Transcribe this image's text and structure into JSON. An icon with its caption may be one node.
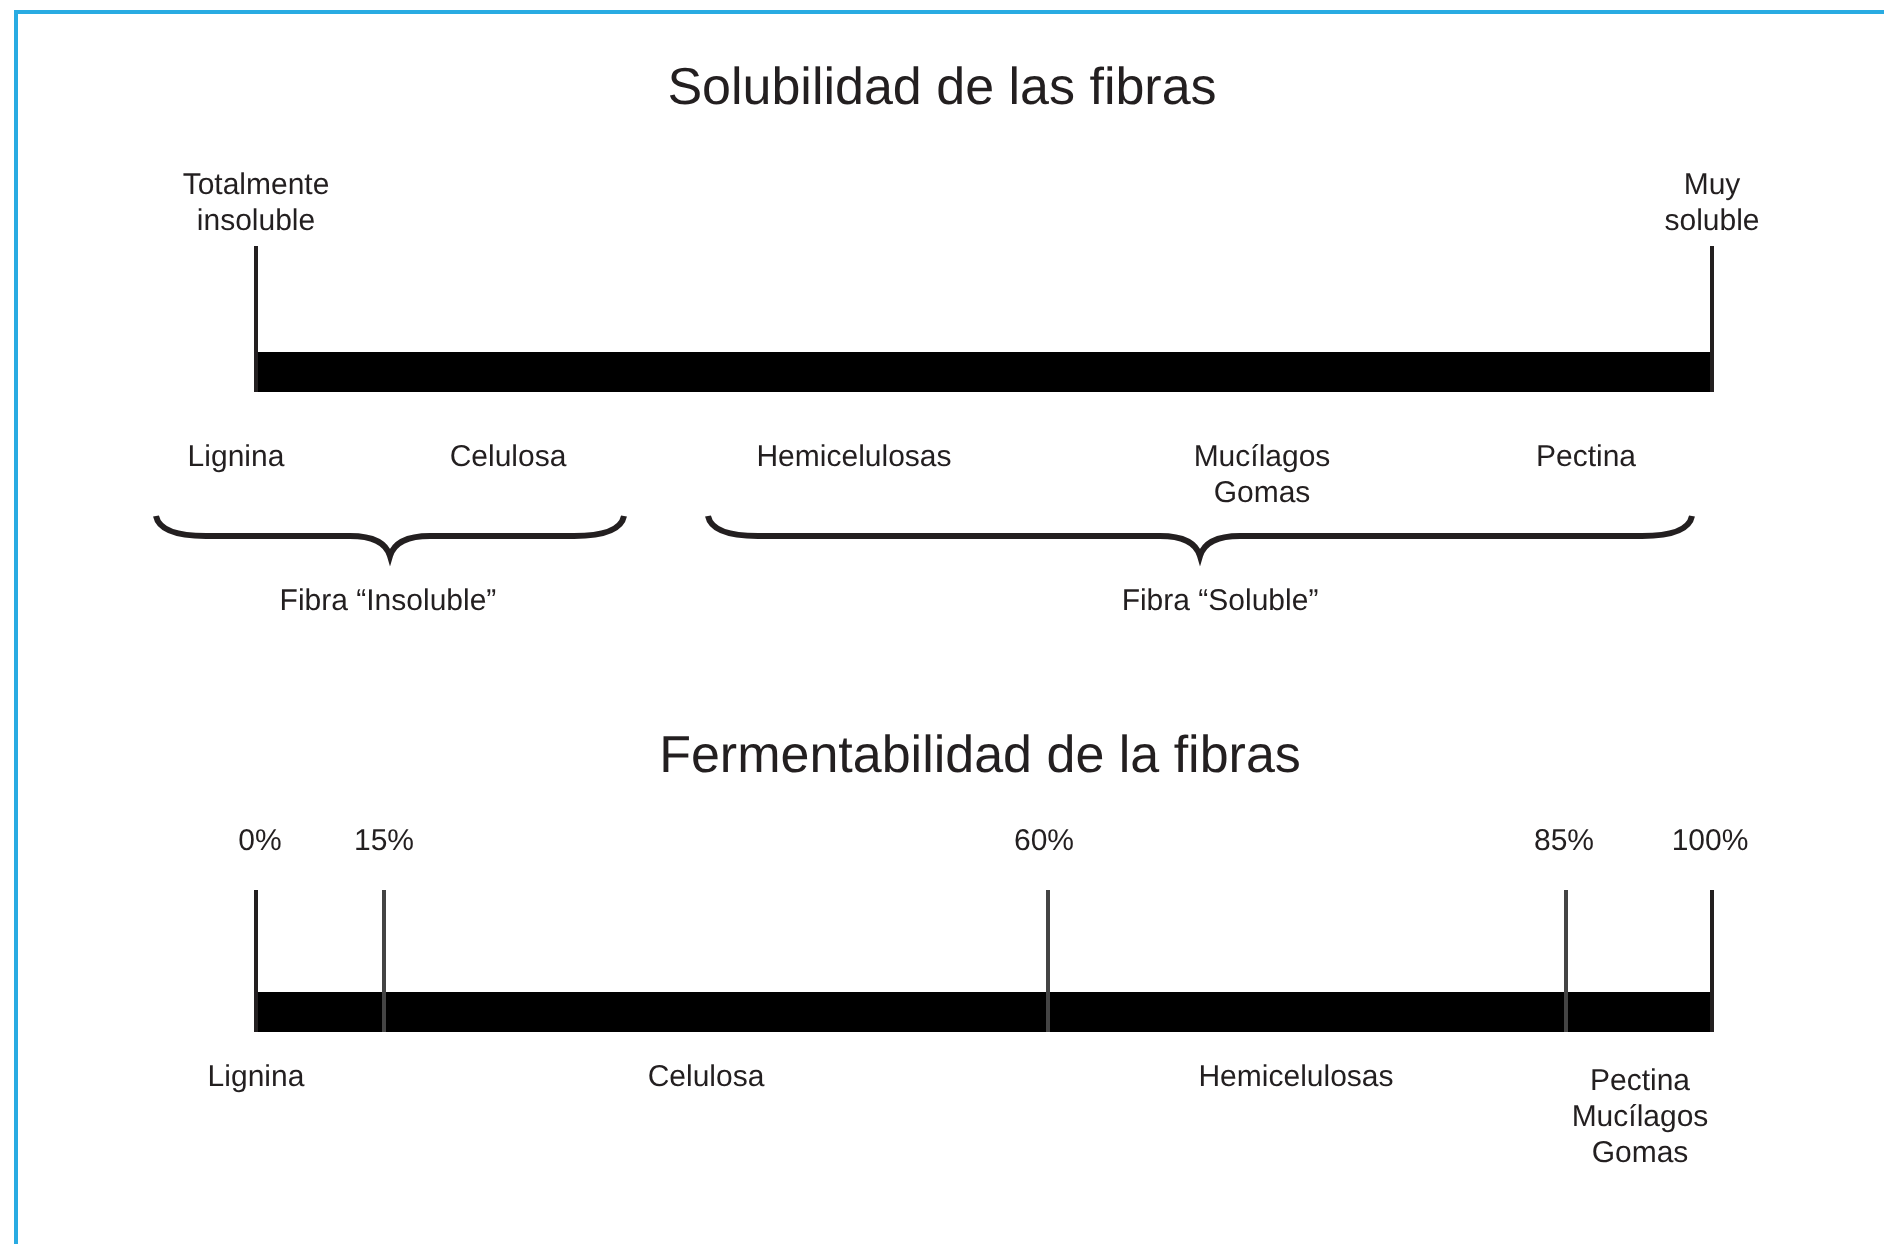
{
  "diagram": {
    "title": "Solubilidad de las fibras",
    "labels": [
      "Totalmente insoluble",
      "Muy soluble",
      "Lignina",
      "Celulosa",
      "Hemicelulosas",
      "Mucílagos Gomas",
      "Pectina",
      "Fibra “Insoluble”",
      "Fibra “Soluble”",
      "Fermentabilidad de la fibras",
      "0%",
      "15%",
      "60%",
      "85%",
      "100%",
      "Lignina",
      "Celulosa",
      "Hemicelulosas",
      "Pectina Mucílagos Gomas"
    ]
  }
}
